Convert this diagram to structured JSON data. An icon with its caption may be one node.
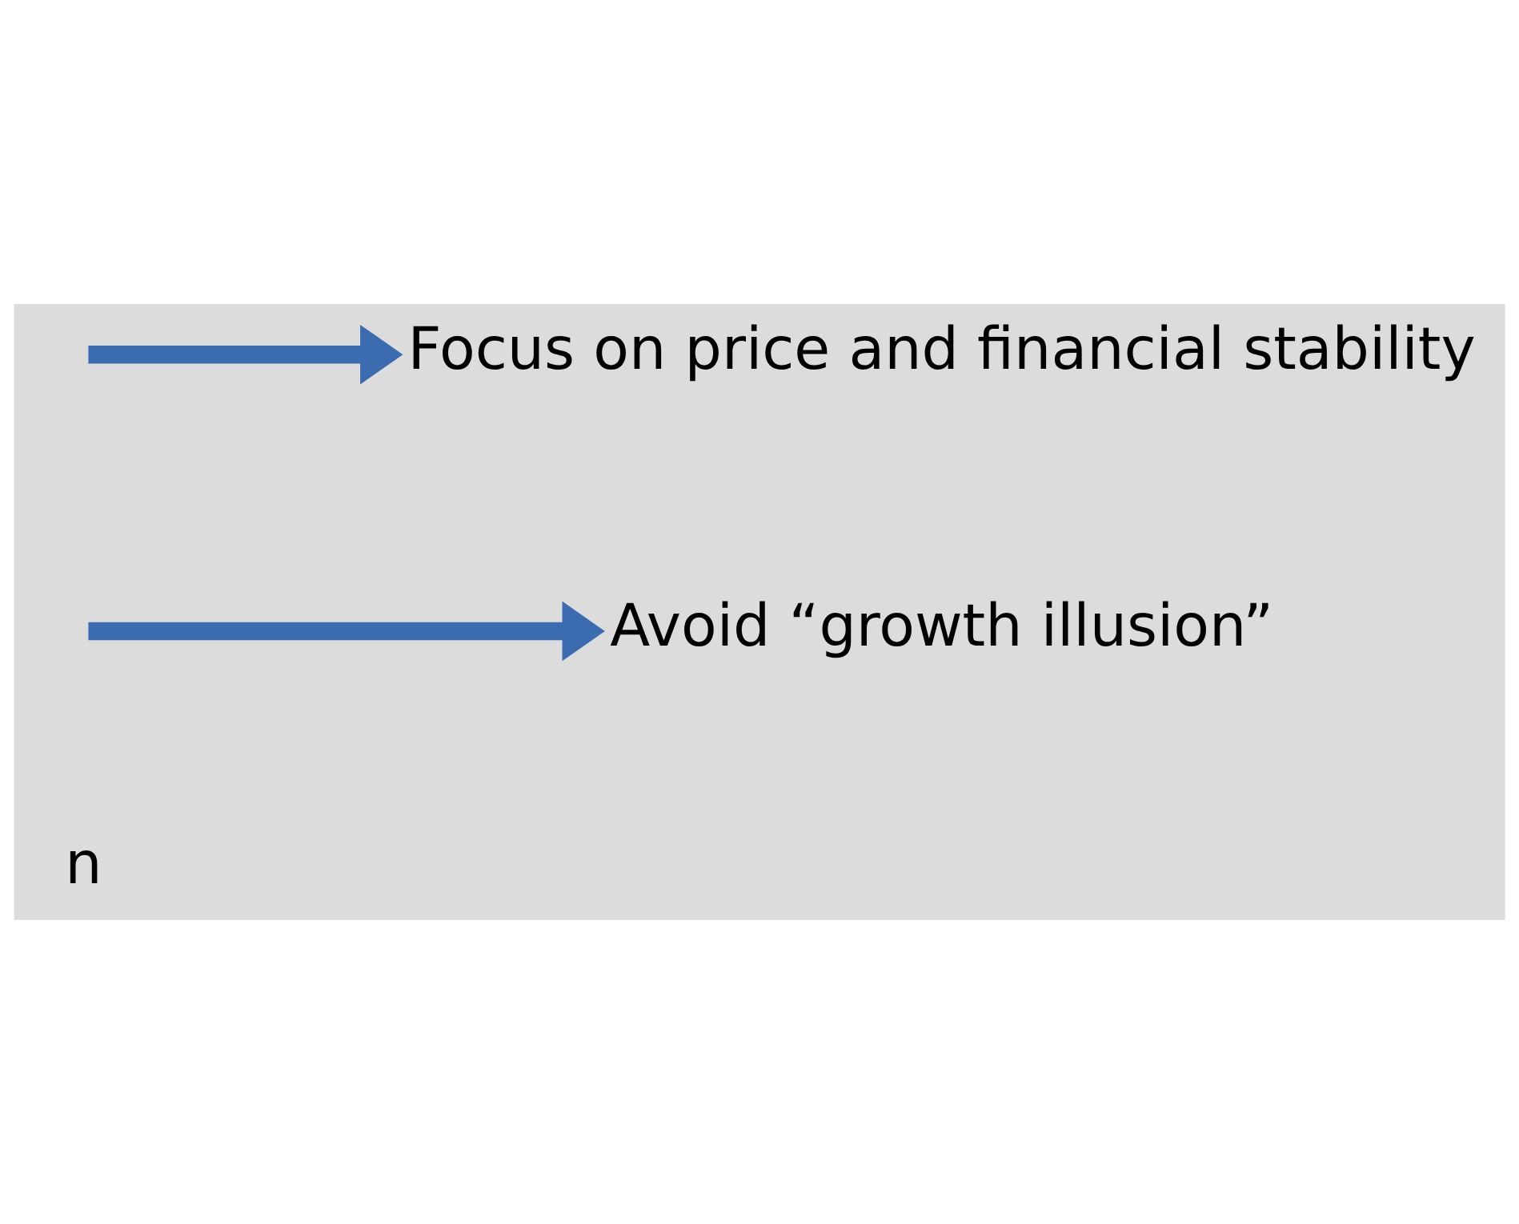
{
  "diagram": {
    "nodes": [
      {
        "text": [
          "Avoid “growth illusion”"
        ]
      },
      {
        "text": [
          "Focus on price and financial stability"
        ]
      }
    ],
    "edges": [
      {
        "from": null,
        "to": 0,
        "arrow": "to",
        "color": "#3b6cb0"
      },
      {
        "from": null,
        "to": 1,
        "arrow": "to",
        "color": "#3b6cb0"
      }
    ],
    "labels": [
      "n"
    ]
  }
}
